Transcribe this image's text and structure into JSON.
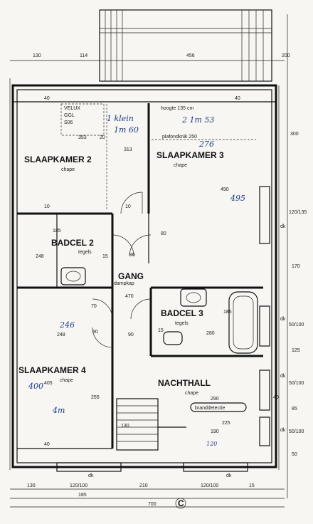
{
  "rooms": {
    "slaapkamer2": {
      "name": "SLAAPKAMER 2",
      "floor": "chape"
    },
    "slaapkamer3": {
      "name": "SLAAPKAMER 3",
      "floor": "chape"
    },
    "badcel2": {
      "name": "BADCEL 2",
      "floor": "tegels"
    },
    "gang": {
      "name": "GANG",
      "floor": "dampkap"
    },
    "badcel3": {
      "name": "BADCEL 3",
      "floor": "tegels"
    },
    "slaapkamer4": {
      "name": "SLAAPKAMER 4",
      "floor": "chape"
    },
    "nachthall": {
      "name": "NACHTHALL",
      "floor": "chape"
    }
  },
  "labels": {
    "velux1": "VELUX",
    "velux2": "GGL",
    "velux3": "S06",
    "hoogte": "hoogte 135 cm",
    "plafond": "plafondknik 250",
    "branddetectie": "branddetectie",
    "compass": "C"
  },
  "handwritten": {
    "h1": "1 klein",
    "h2": "1m 60",
    "h3": "2 1m 53",
    "h4": "276",
    "h5": "495",
    "h6": "246",
    "h7": "400",
    "h8": "4m",
    "h9": "120"
  },
  "dims": {
    "top1": "130",
    "top2": "114",
    "top3": "456",
    "top4": "200",
    "d40a": "40",
    "d353": "353",
    "d20": "20",
    "d40b": "40",
    "d313": "313",
    "d10a": "10",
    "d10b": "10",
    "d490": "490",
    "d185a": "185",
    "d248a": "248",
    "d15a": "15",
    "d90a": "90",
    "d80a": "80",
    "d70a": "70",
    "d470": "470",
    "d185b": "185",
    "d15b": "15",
    "d280": "280",
    "d248b": "248",
    "d90b": "90",
    "d80b": "80",
    "d405": "405",
    "d255": "255",
    "d290": "290",
    "d130": "130",
    "d225": "225",
    "d190": "190",
    "d40c": "40",
    "r300": "300",
    "r120135": "120/135",
    "r170": "170",
    "r50100a": "50/100",
    "r125": "125",
    "r50100b": "50/100",
    "r85": "85",
    "r50100c": "50/100",
    "r50": "50",
    "r40": "40",
    "dk1": "dk",
    "dk2": "dk",
    "dk3": "dk",
    "dk4": "dk",
    "dk5": "dk",
    "dk6": "dk",
    "b130": "130",
    "b120100a": "120/100",
    "b210": "210",
    "b120100b": "120/100",
    "b185": "185",
    "b700": "700",
    "b15": "15"
  }
}
